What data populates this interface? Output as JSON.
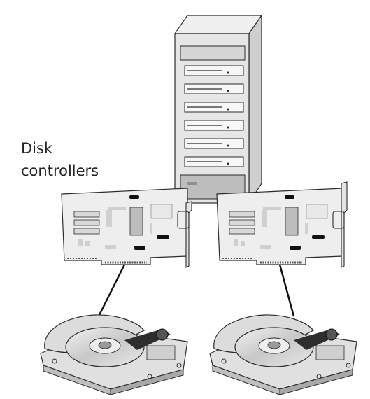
{
  "labels": {
    "line1": "Disk",
    "line2": "controllers"
  },
  "components": {
    "computer": {
      "icon": "tower-computer-icon",
      "drive_bays": 6
    },
    "controllers": [
      {
        "icon": "disk-controller-card-icon"
      },
      {
        "icon": "disk-controller-card-icon"
      }
    ],
    "hard_drives": [
      {
        "icon": "hard-drive-icon"
      },
      {
        "icon": "hard-drive-icon"
      }
    ],
    "connections": [
      {
        "from": "controller-1",
        "to": "hard-drive-1"
      },
      {
        "from": "controller-2",
        "to": "hard-drive-2"
      }
    ]
  },
  "colors": {
    "outline": "#2b2b2b",
    "tower_front": "#e6e6e6",
    "tower_side": "#cfcfcf",
    "card": "#eeeeee",
    "chip": "#bdbdbd",
    "platter": "#d9d9d9"
  }
}
